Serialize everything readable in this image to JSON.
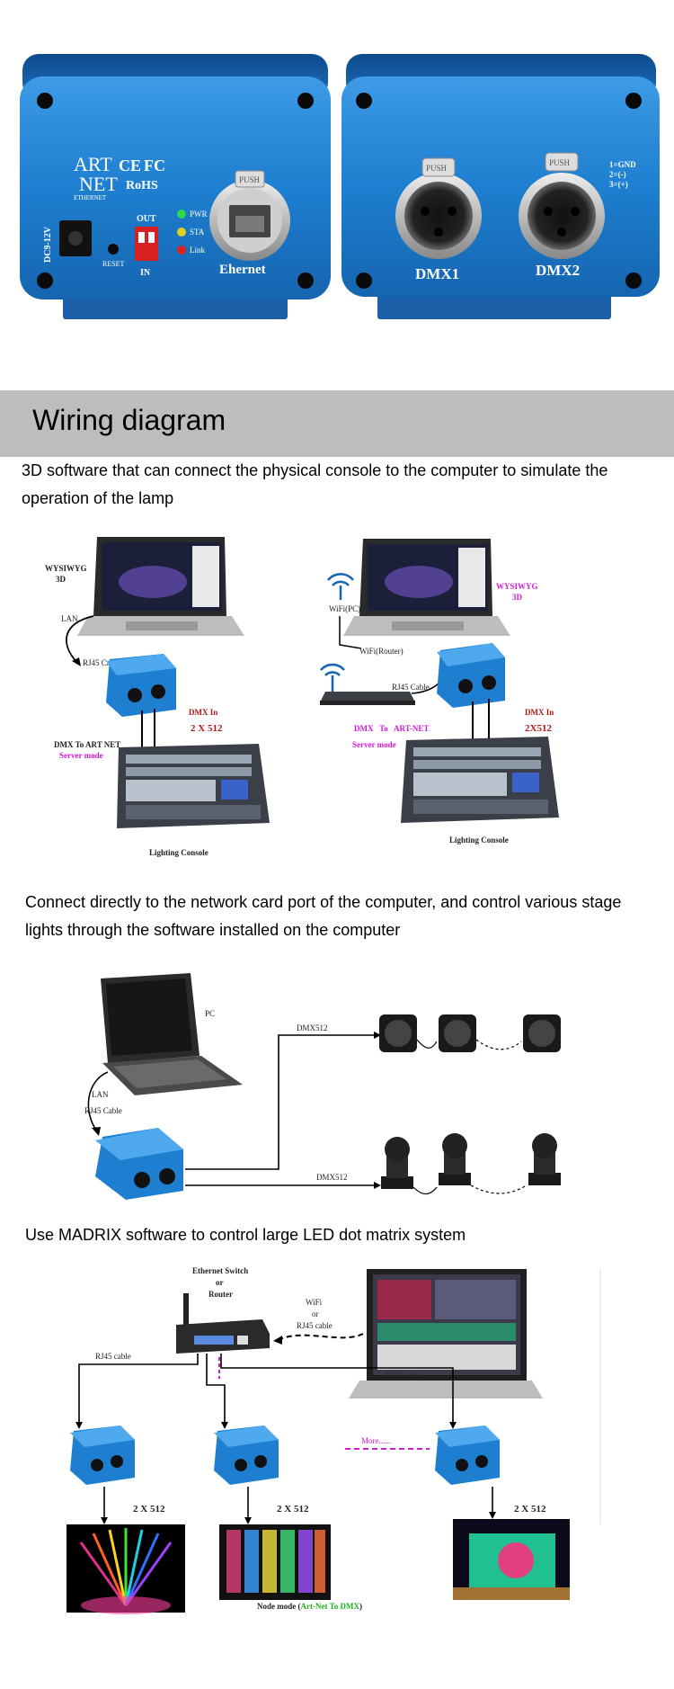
{
  "hero": {
    "left_device": {
      "logo_line1": "ART",
      "logo_line2": "NET",
      "logo_sub": "ETHERNET",
      "cert_ce": "CE",
      "cert_fc": "FC",
      "rohs": "RoHS",
      "power_label": "DC9-12V",
      "reset_label": "RESET",
      "dip_out": "OUT",
      "dip_in": "IN",
      "led_labels": [
        "PWR",
        "STA",
        "Link"
      ],
      "jack_tab": "PUSH",
      "port_label": "Ehernet"
    },
    "right_device": {
      "tabs": [
        "PUSH",
        "PUSH"
      ],
      "ports": [
        "DMX1",
        "DMX2"
      ],
      "pin_labels": [
        "1=GND",
        "2=(-)",
        "3=(+)"
      ]
    }
  },
  "banner": {
    "title": "Wiring diagram"
  },
  "section1": {
    "text": "3D software that can connect the physical console to the computer to simulate the operation of the lamp",
    "left": {
      "software": "WYSIWYG",
      "software_sub": "3D",
      "lan": "LAN",
      "rj45": "RJ45 Cable",
      "dmx_in": "DMX In",
      "universes": "2 X 512",
      "mode_title": "DMX To ART NET",
      "mode_sub": "Server mode",
      "console": "Lighting Console"
    },
    "right": {
      "software": "WYSIWYG",
      "software_sub": "3D",
      "wifi_pc": "WiFi(PC)",
      "wifi_router": "WiFi(Router)",
      "rj45": "RJ45 Cable",
      "dmx_in": "DMX In",
      "universes": "2X512",
      "mode_title": "DMX   To   ART-NET",
      "mode_sub": "Server mode",
      "console": "Lighting Console"
    }
  },
  "section2": {
    "text": "Connect directly to the network card port of the computer, and control various stage lights through the software installed on the computer",
    "pc": "PC",
    "lan": "LAN",
    "rj45": "RJ45 Cable",
    "dmx_top": "DMX512",
    "dmx_bottom": "DMX512"
  },
  "section3": {
    "text": "Use MADRIX software to control large LED dot matrix system",
    "switch_line1": "Ethernet Switch",
    "switch_line2": "or",
    "switch_line3": "Router",
    "wifi_line1": "WiFi",
    "wifi_line2": "or",
    "wifi_line3": "RJ45 cable",
    "rj45_left": "RJ45 cable",
    "rj45_right": "RJ45 cable",
    "more": "More......",
    "universes": [
      "2 X 512",
      "2 X 512",
      "2 X 512"
    ],
    "node_prefix": "Node mode (",
    "node_highlight": "Art-Net To DMX",
    "node_suffix": ")"
  },
  "colors": {
    "device_blue": "#1e7fd0",
    "device_dark": "#0b4f92",
    "label_red": "#b01818",
    "label_magenta": "#d41ad4",
    "label_green": "#22b022",
    "banner_gray": "#bdbdbd"
  }
}
